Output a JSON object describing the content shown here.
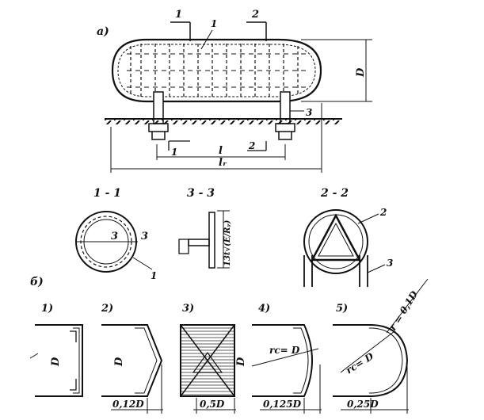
{
  "figure": {
    "part_a": {
      "marker": "а)",
      "section_1_top": "1",
      "section_2_top": "2",
      "section_1_bottom": "1",
      "section_2_bottom": "2",
      "callout_1": "1",
      "callout_3": "3",
      "dim_D": "D",
      "dim_l": "l",
      "dim_lr": "lᵣ"
    },
    "section_1_1": {
      "title": "1 - 1",
      "inner_label": "3",
      "side_label": "3",
      "callout": "1"
    },
    "section_3_3": {
      "title": "3 - 3",
      "stiffener_formula": "13t√(E/Rᵧ)"
    },
    "section_2_2": {
      "title": "2 - 2",
      "callout_2": "2",
      "callout_3": "3"
    },
    "part_b": {
      "marker": "б)",
      "variants": [
        {
          "number": "1)",
          "dim_D": "D",
          "bottom_dim": ""
        },
        {
          "number": "2)",
          "dim_D": "D",
          "bottom_dim": "0,12D"
        },
        {
          "number": "3)",
          "dim_D": "",
          "bottom_dim": "0,5D"
        },
        {
          "number": "4)",
          "dim_D": "D",
          "radius_label": "rс= D",
          "bottom_dim": "0,125D"
        },
        {
          "number": "5)",
          "dim_D": "",
          "radius_label": "rс= D",
          "corner_label": "r = 0,1D",
          "bottom_dim": "0,25D"
        }
      ]
    }
  }
}
